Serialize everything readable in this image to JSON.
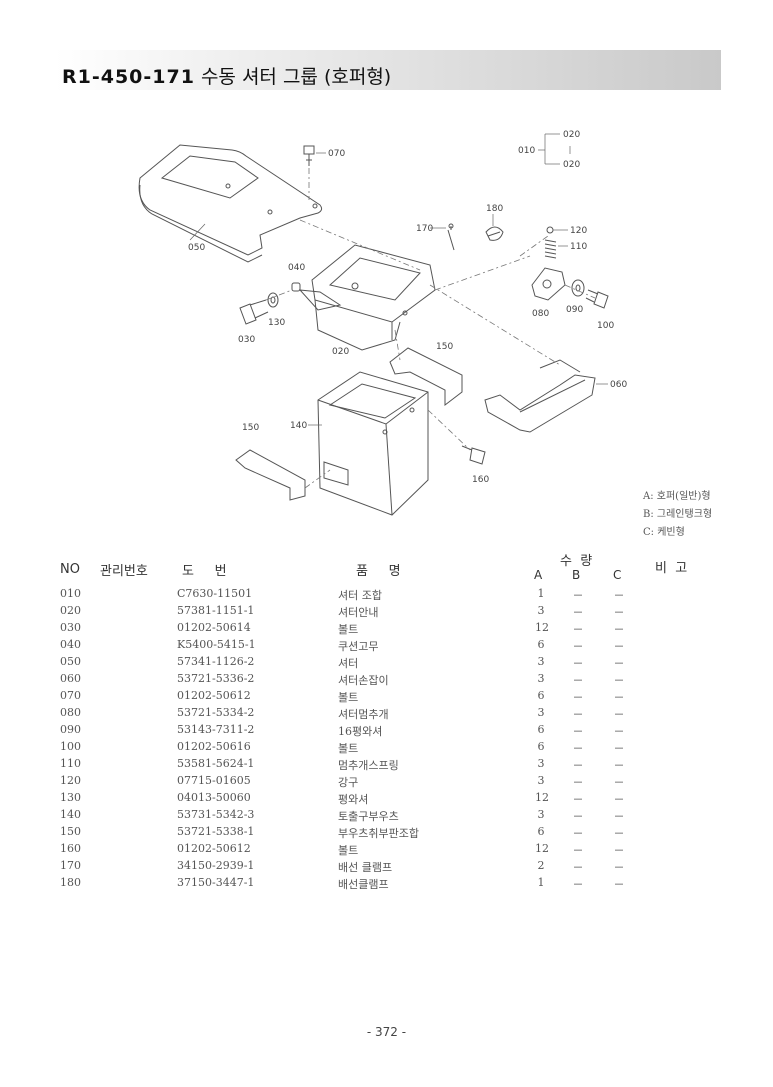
{
  "header": {
    "code": "R1-450-171",
    "name": "수동 셔터 그룹 (호퍼형)"
  },
  "callouts": {
    "c010": "010",
    "c020a": "020",
    "c020b": "020",
    "c020c": "020",
    "c030": "030",
    "c040": "040",
    "c050": "050",
    "c060": "060",
    "c070": "070",
    "c080": "080",
    "c090": "090",
    "c100": "100",
    "c110": "110",
    "c120": "120",
    "c130": "130",
    "c140": "140",
    "c150a": "150",
    "c150b": "150",
    "c160": "160",
    "c170": "170",
    "c180": "180"
  },
  "legend": [
    "A: 호퍼(일반)형",
    "B: 그레인탱크형",
    "C: 케빈형"
  ],
  "table": {
    "headers": {
      "no": "NO",
      "mgmt": "관리번호",
      "drawing": "도     번",
      "name": "품     명",
      "qty": "수  량",
      "a": "A",
      "b": "B",
      "c": "C",
      "note": "비  고"
    },
    "rows": [
      {
        "no": "010",
        "part": "C7630-11501",
        "name": "셔터 조합",
        "a": "1",
        "b": "－",
        "c": "－"
      },
      {
        "no": "020",
        "part": "57381-1151-1",
        "name": "셔터안내",
        "a": "3",
        "b": "－",
        "c": "－"
      },
      {
        "no": "030",
        "part": "01202-50614",
        "name": "볼트",
        "a": "12",
        "b": "－",
        "c": "－"
      },
      {
        "no": "040",
        "part": "K5400-5415-1",
        "name": "쿠션고무",
        "a": "6",
        "b": "－",
        "c": "－"
      },
      {
        "no": "050",
        "part": "57341-1126-2",
        "name": "셔터",
        "a": "3",
        "b": "－",
        "c": "－"
      },
      {
        "no": "060",
        "part": "53721-5336-2",
        "name": "셔터손잡이",
        "a": "3",
        "b": "－",
        "c": "－"
      },
      {
        "no": "070",
        "part": "01202-50612",
        "name": "볼트",
        "a": "6",
        "b": "－",
        "c": "－"
      },
      {
        "no": "080",
        "part": "53721-5334-2",
        "name": "셔터멈추개",
        "a": "3",
        "b": "－",
        "c": "－"
      },
      {
        "no": "090",
        "part": "53143-7311-2",
        "name": "16평와셔",
        "a": "6",
        "b": "－",
        "c": "－"
      },
      {
        "no": "100",
        "part": "01202-50616",
        "name": "볼트",
        "a": "6",
        "b": "－",
        "c": "－"
      },
      {
        "no": "110",
        "part": "53581-5624-1",
        "name": "멈추개스프링",
        "a": "3",
        "b": "－",
        "c": "－"
      },
      {
        "no": "120",
        "part": "07715-01605",
        "name": "강구",
        "a": "3",
        "b": "－",
        "c": "－"
      },
      {
        "no": "130",
        "part": "04013-50060",
        "name": "평와셔",
        "a": "12",
        "b": "－",
        "c": "－"
      },
      {
        "no": "140",
        "part": "53731-5342-3",
        "name": "토출구부우츠",
        "a": "3",
        "b": "－",
        "c": "－"
      },
      {
        "no": "150",
        "part": "53721-5338-1",
        "name": "부우츠취부판조합",
        "a": "6",
        "b": "－",
        "c": "－"
      },
      {
        "no": "160",
        "part": "01202-50612",
        "name": "볼트",
        "a": "12",
        "b": "－",
        "c": "－"
      },
      {
        "no": "170",
        "part": "34150-2939-1",
        "name": "배선 클램프",
        "a": "2",
        "b": "－",
        "c": "－"
      },
      {
        "no": "180",
        "part": "37150-3447-1",
        "name": "배선클램프",
        "a": "1",
        "b": "－",
        "c": "－"
      }
    ]
  },
  "page_number": "- 372 -"
}
